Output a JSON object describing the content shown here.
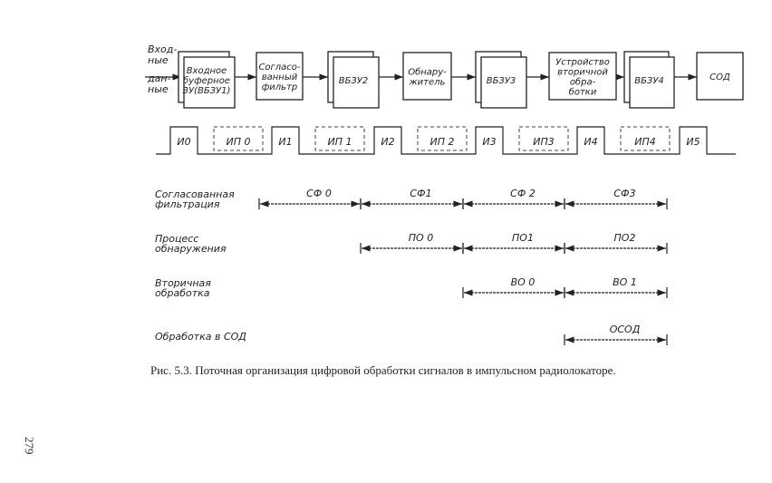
{
  "input_label": [
    "Вход-",
    "ные",
    "дан-",
    "ные"
  ],
  "blocks": [
    {
      "lines": [
        "Входное",
        "буферное",
        "ЗУ(ВБЗУ1)"
      ],
      "double": true
    },
    {
      "lines": [
        "Согласо-",
        "ванный",
        "фильтр"
      ],
      "double": false
    },
    {
      "lines": [
        "ВБЗУ2"
      ],
      "double": true
    },
    {
      "lines": [
        "Обнару-",
        "житель"
      ],
      "double": false
    },
    {
      "lines": [
        "ВБЗУ3"
      ],
      "double": true
    },
    {
      "lines": [
        "Устройство",
        "вторичной",
        "обра-",
        "ботки"
      ],
      "double": false
    },
    {
      "lines": [
        "ВБЗУ4"
      ],
      "double": true
    },
    {
      "lines": [
        "СОД"
      ],
      "double": false
    }
  ],
  "pulses": [
    "И0",
    "И1",
    "И2",
    "И3",
    "И4",
    "И5"
  ],
  "intervals": [
    "ИП 0",
    "ИП 1",
    "ИП 2",
    "ИП3",
    "ИП4"
  ],
  "rows": [
    {
      "label": [
        "Согласованная",
        "фильтрация"
      ],
      "start": 0,
      "segments": [
        "СФ 0",
        "СФ1",
        "СФ 2",
        "СФ3"
      ]
    },
    {
      "label": [
        "Процесс",
        "обнаружения"
      ],
      "start": 1,
      "segments": [
        "ПО 0",
        "ПО1",
        "ПО2"
      ]
    },
    {
      "label": [
        "Вторичная",
        "обработка"
      ],
      "start": 2,
      "segments": [
        "ВО 0",
        "ВО 1"
      ]
    },
    {
      "label": [
        "Обработка в СОД"
      ],
      "start": 3,
      "segments": [
        "ОСОД"
      ]
    }
  ],
  "caption": "Рис. 5.3. Поточная организация цифровой обработки сигналов в импульсном радиолокаторе.",
  "page_number": "279"
}
